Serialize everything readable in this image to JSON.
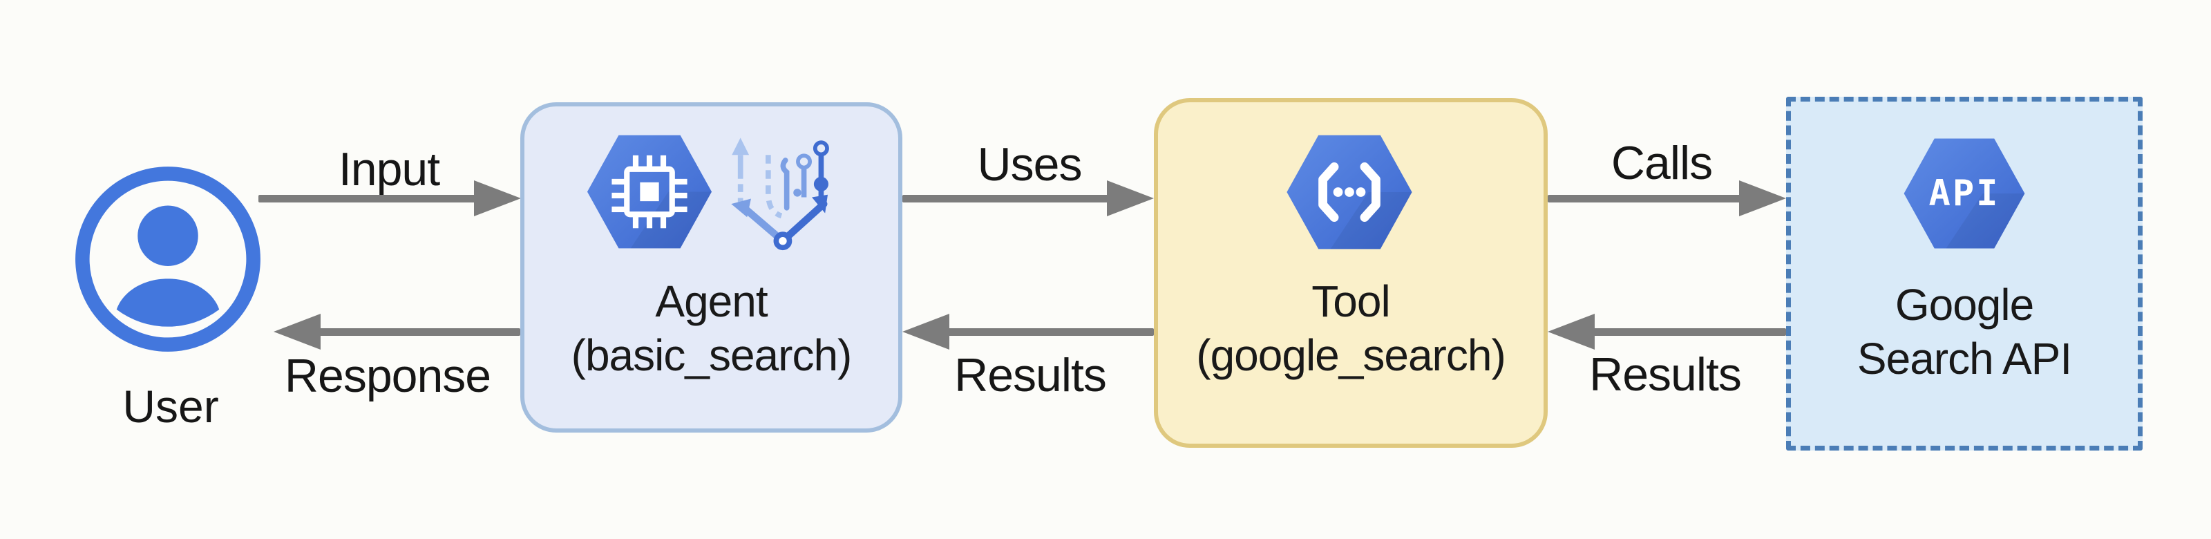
{
  "diagram": {
    "user": {
      "label": "User"
    },
    "agent": {
      "title": "Agent",
      "subtitle": "(basic_search)"
    },
    "tool": {
      "title": "Tool",
      "subtitle": "(google_search)"
    },
    "api": {
      "title": "Google",
      "subtitle": "Search API",
      "icon_label": "API"
    },
    "edges": {
      "input": {
        "label": "Input",
        "from": "user",
        "to": "agent",
        "direction": "right"
      },
      "response": {
        "label": "Response",
        "from": "agent",
        "to": "user",
        "direction": "left"
      },
      "uses": {
        "label": "Uses",
        "from": "agent",
        "to": "tool",
        "direction": "right"
      },
      "results_tool_to_agent": {
        "label": "Results",
        "from": "tool",
        "to": "agent",
        "direction": "left"
      },
      "calls": {
        "label": "Calls",
        "from": "tool",
        "to": "api",
        "direction": "right"
      },
      "results_api_to_tool": {
        "label": "Results",
        "from": "api",
        "to": "tool",
        "direction": "left"
      }
    },
    "icons": {
      "user": "person-circle-icon",
      "agent": [
        "chip-hexagon-icon",
        "branch-route-icon"
      ],
      "tool": "code-brackets-hexagon-icon",
      "api": "api-hexagon-icon"
    },
    "colors": {
      "background": "#fcfcf9",
      "text": "#161616",
      "arrow_gray": "#7c7c7c",
      "hexagon_blue_light": "#5e8be5",
      "hexagon_blue_dark": "#3c67cf",
      "user_icon_blue": "#4377dd",
      "agent_box_fill": "#e4eaf8",
      "agent_box_border": "#a3bede",
      "tool_box_fill": "#faf0ca",
      "tool_box_border": "#dfc87e",
      "api_box_fill": "#d9eaf8",
      "api_box_border": "#4b7db6"
    }
  }
}
